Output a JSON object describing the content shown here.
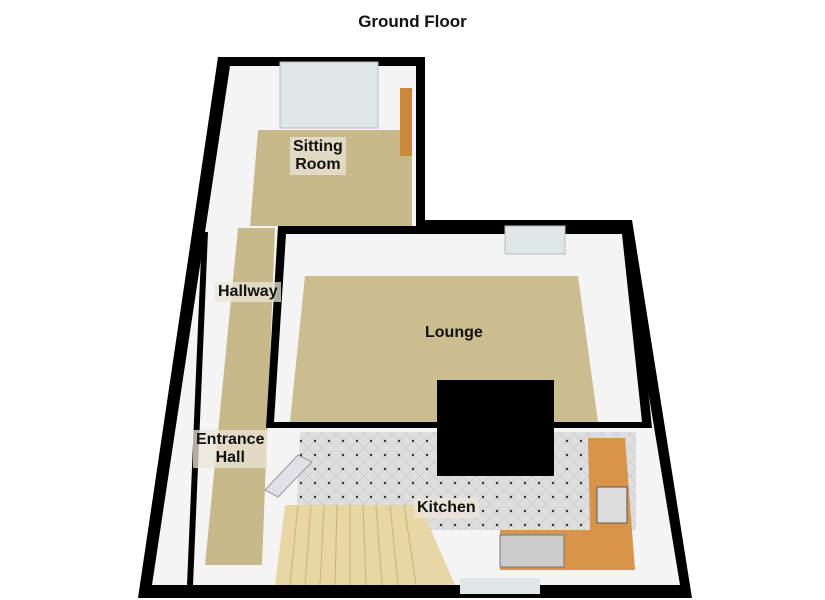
{
  "title": "Ground Floor",
  "rooms": {
    "sitting_room": [
      "Sitting",
      "Room"
    ],
    "hallway": "Hallway",
    "lounge": "Lounge",
    "entrance_hall": [
      "Entrance",
      "Hall"
    ],
    "kitchen": "Kitchen"
  },
  "colors": {
    "wall": "#000000",
    "carpet": "#c8b98a",
    "tile": "#dcdcdc",
    "worktop": "#d8954a",
    "stairs": "#e8d6a4"
  }
}
